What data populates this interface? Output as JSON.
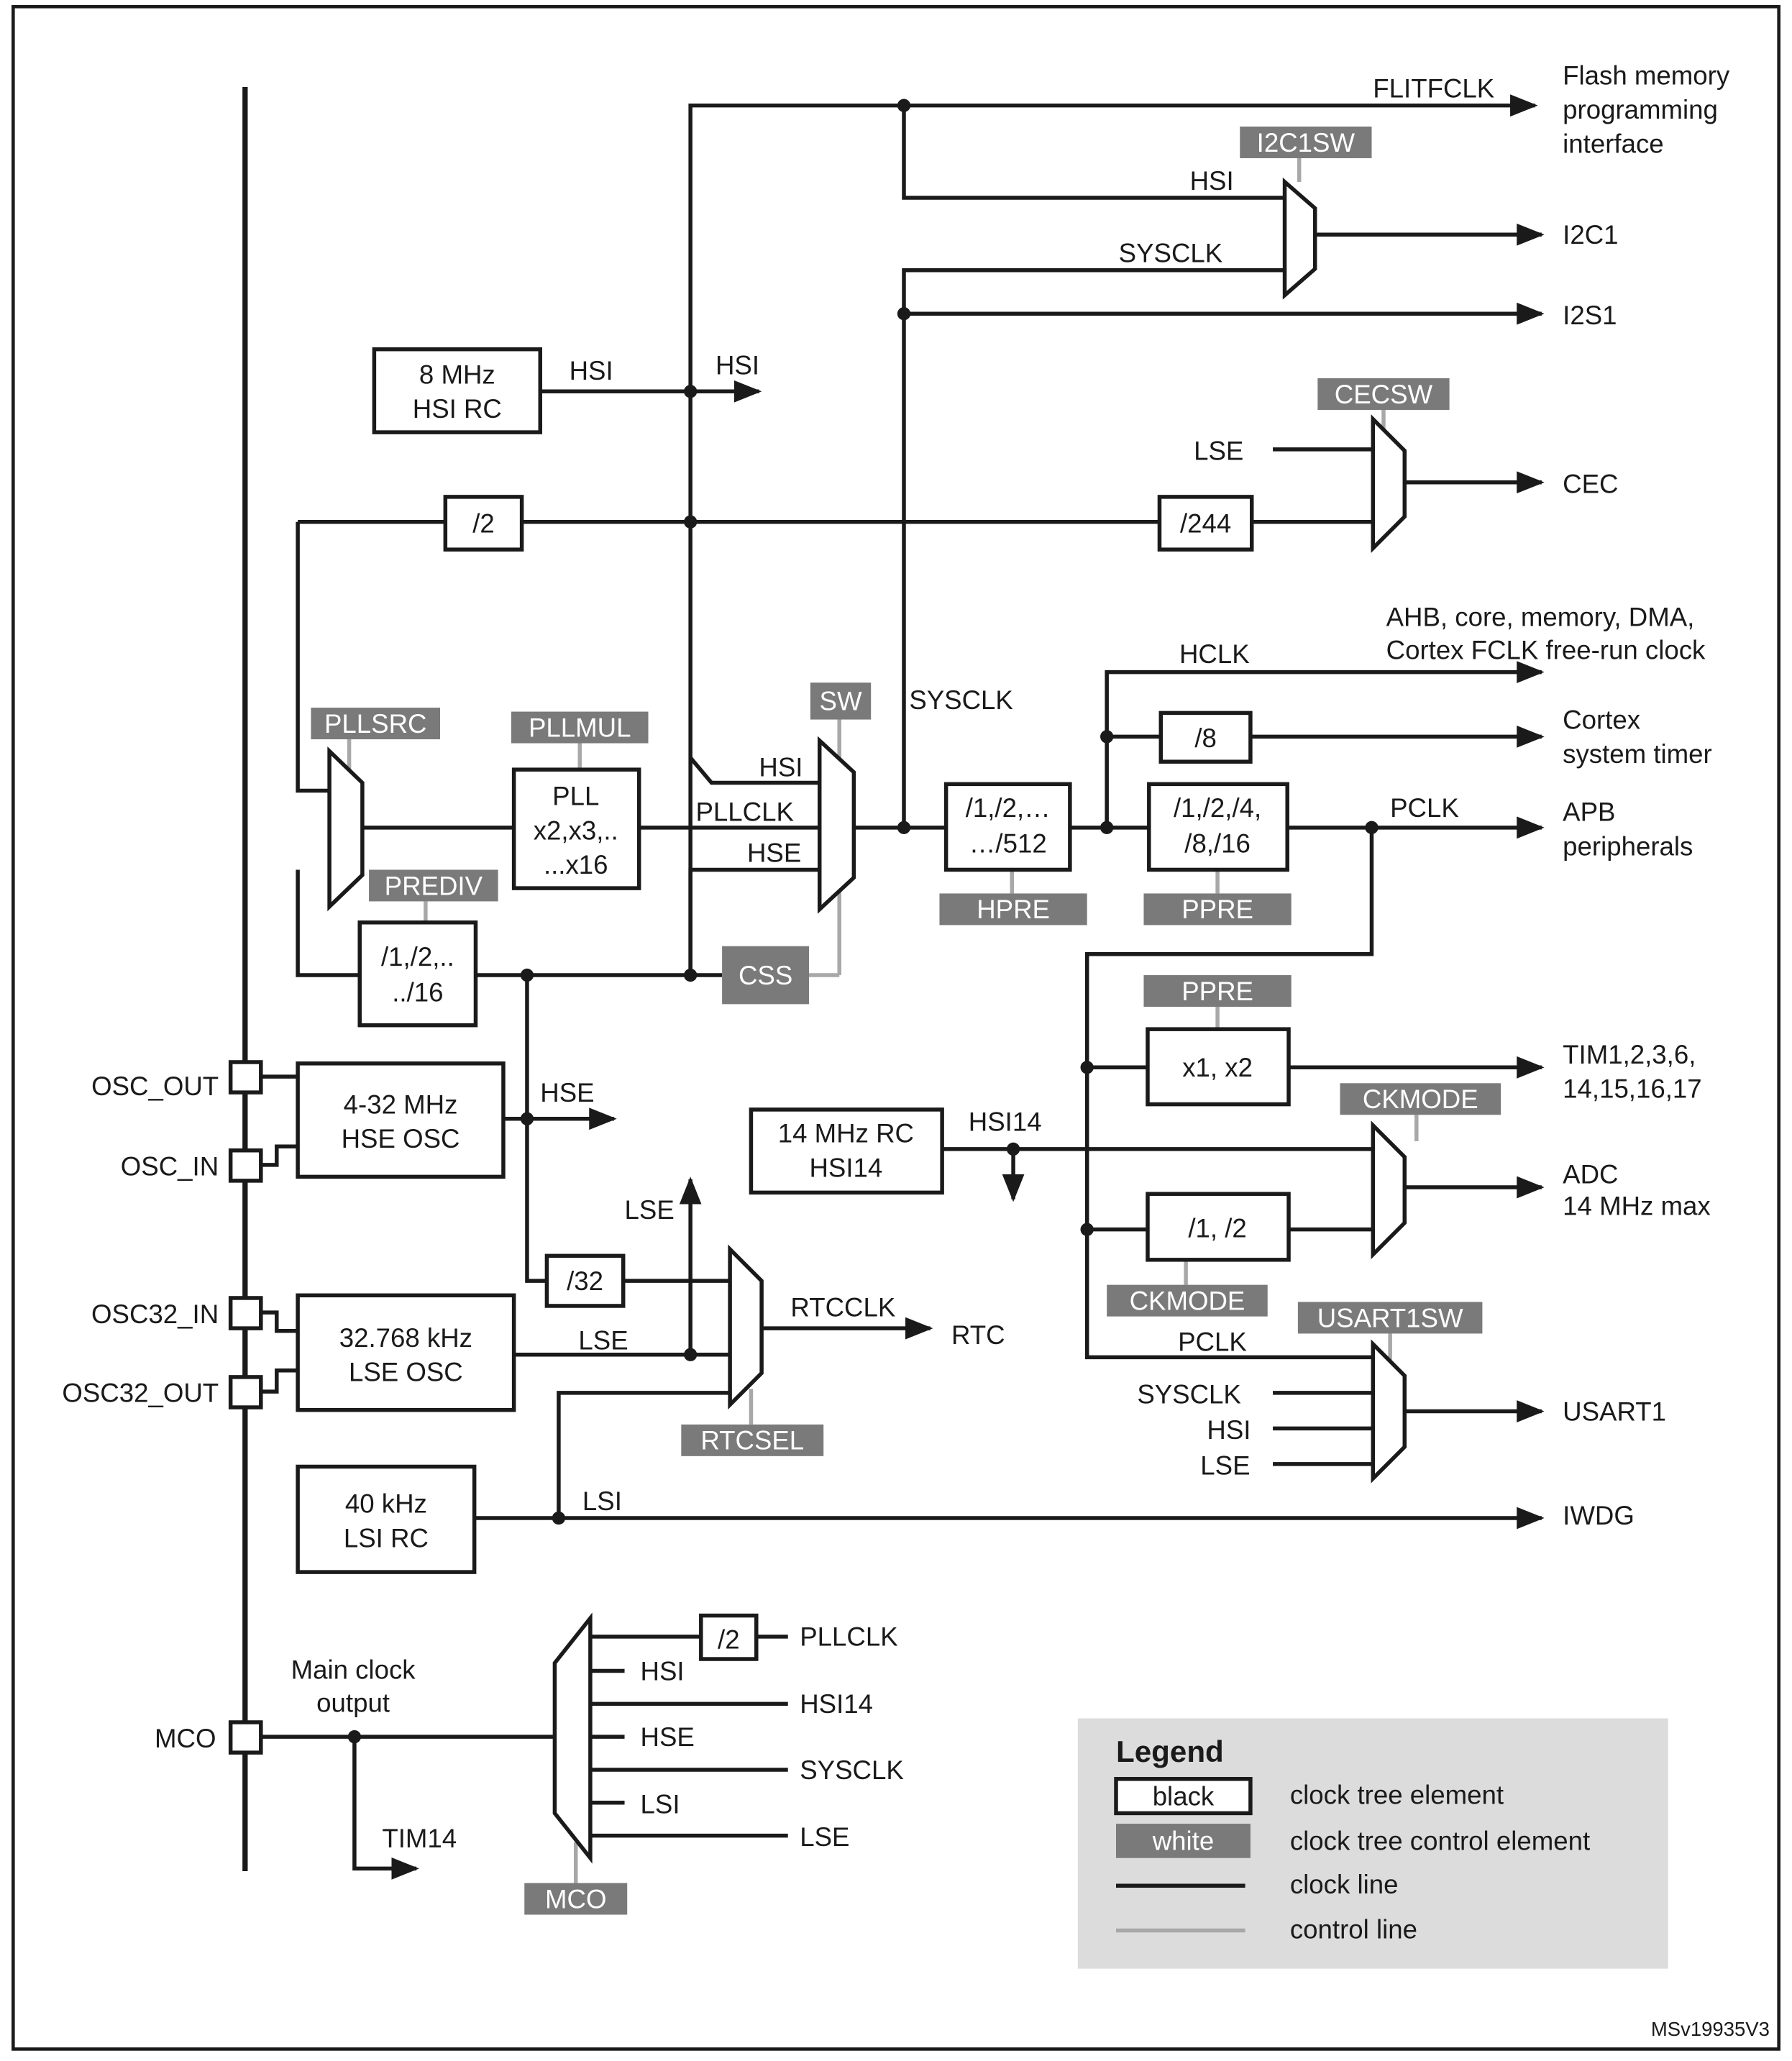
{
  "outputs": {
    "flitfclk": "FLITFCLK",
    "flash": [
      "Flash memory",
      "programming",
      "interface"
    ],
    "i2c1": "I2C1",
    "i2s1": "I2S1",
    "cec": "CEC",
    "ahb": [
      "AHB, core, memory, DMA,",
      "Cortex FCLK free-run clock"
    ],
    "cortex_timer": [
      "Cortex",
      "system timer"
    ],
    "apb": [
      "APB",
      "peripherals"
    ],
    "tim": [
      "TIM1,2,3,6,",
      "14,15,16,17"
    ],
    "adc": [
      "ADC",
      "14 MHz max"
    ],
    "usart1": "USART1",
    "iwdg": "IWDG",
    "rtc": "RTC",
    "tim14": "TIM14"
  },
  "signals": {
    "hsi": "HSI",
    "hse": "HSE",
    "lse": "LSE",
    "lsi": "LSI",
    "sysclk": "SYSCLK",
    "pllclk": "PLLCLK",
    "hclk": "HCLK",
    "pclk": "PCLK",
    "hsi14": "HSI14",
    "rtcclk": "RTCCLK"
  },
  "blocks": {
    "hsi_rc": [
      "8 MHz",
      "HSI RC"
    ],
    "div2": "/2",
    "div244": "/244",
    "pll": [
      "PLL",
      "x2,x3,..",
      "...x16"
    ],
    "prediv_box": [
      "/1,/2,..",
      "../16"
    ],
    "hpre_box": [
      "/1,/2,…",
      "…/512"
    ],
    "ppre_box": [
      "/1,/2,/4,",
      "/8,/16"
    ],
    "div8": "/8",
    "x1x2": "x1, x2",
    "div12": "/1, /2",
    "hsi14_rc": [
      "14 MHz RC",
      "HSI14"
    ],
    "hse_osc": [
      "4-32 MHz",
      "HSE OSC"
    ],
    "div32": "/32",
    "lse_osc": [
      "32.768 kHz",
      "LSE OSC"
    ],
    "lsi_rc": [
      "40 kHz",
      "LSI RC"
    ],
    "mco_div2": "/2"
  },
  "controls": {
    "i2c1sw": "I2C1SW",
    "cecsw": "CECSW",
    "pllsrc": "PLLSRC",
    "pllmul": "PLLMUL",
    "sw": "SW",
    "prediv": "PREDIV",
    "css": "CSS",
    "hpre": "HPRE",
    "ppre1": "PPRE",
    "ppre2": "PPRE",
    "ckmode1": "CKMODE",
    "ckmode2": "CKMODE",
    "usart1sw": "USART1SW",
    "rtcsel": "RTCSEL",
    "mco": "MCO"
  },
  "pins": {
    "osc_out": "OSC_OUT",
    "osc_in": "OSC_IN",
    "osc32_in": "OSC32_IN",
    "osc32_out": "OSC32_OUT",
    "mco": "MCO"
  },
  "mco_label": [
    "Main clock",
    "output"
  ],
  "mco_inputs": [
    "PLLCLK",
    "HSI",
    "HSI14",
    "HSE",
    "SYSCLK",
    "LSI",
    "LSE"
  ],
  "legend": {
    "title": "Legend",
    "black": "black",
    "white": "white",
    "element": "clock tree element",
    "control_element": "clock tree control element",
    "clock_line": "clock line",
    "control_line": "control line"
  },
  "figure_id": "MSv19935V3"
}
